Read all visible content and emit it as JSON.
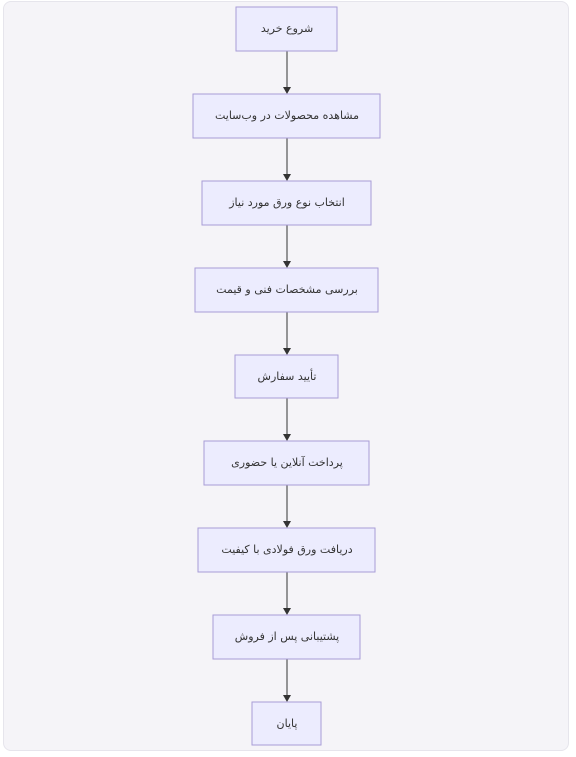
{
  "diagram": {
    "type": "flowchart",
    "direction": "top-to-bottom",
    "colors": {
      "background": "#f5f4f8",
      "node_fill": "#ececfe",
      "node_border": "#a89dd6",
      "edge": "#333333",
      "text": "#333333"
    },
    "nodes": [
      {
        "id": "start",
        "label": "شروع خرید"
      },
      {
        "id": "browse",
        "label": "مشاهده محصولات در وب‌سایت"
      },
      {
        "id": "select",
        "label": "انتخاب نوع ورق مورد نیاز"
      },
      {
        "id": "review",
        "label": "بررسی مشخصات فنی و قیمت"
      },
      {
        "id": "confirm",
        "label": "تأیید سفارش"
      },
      {
        "id": "pay",
        "label": "پرداخت آنلاین یا حضوری"
      },
      {
        "id": "receive",
        "label": "دریافت ورق فولادی با کیفیت"
      },
      {
        "id": "support",
        "label": "پشتیبانی پس از فروش"
      },
      {
        "id": "end",
        "label": "پایان"
      }
    ],
    "edges": [
      {
        "from": "start",
        "to": "browse"
      },
      {
        "from": "browse",
        "to": "select"
      },
      {
        "from": "select",
        "to": "review"
      },
      {
        "from": "review",
        "to": "confirm"
      },
      {
        "from": "confirm",
        "to": "pay"
      },
      {
        "from": "pay",
        "to": "receive"
      },
      {
        "from": "receive",
        "to": "support"
      },
      {
        "from": "support",
        "to": "end"
      }
    ]
  }
}
